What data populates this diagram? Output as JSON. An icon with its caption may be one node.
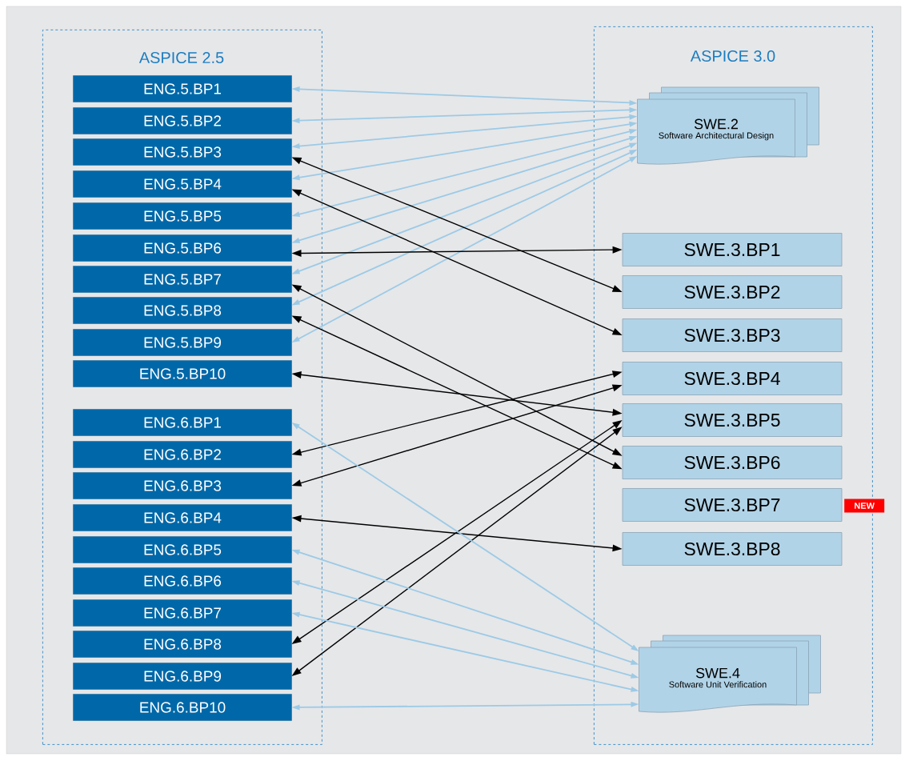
{
  "diagram": {
    "nodes": [
      {
        "text": [
          "ASPICE 2.5"
        ]
      },
      {
        "text": [
          "ASPICE 3.0"
        ]
      },
      {
        "text": [
          "ENG.5.BP1"
        ],
        "in": 0
      },
      {
        "text": [
          "ENG.5.BP2"
        ],
        "in": 0
      },
      {
        "text": [
          "ENG.5.BP3"
        ],
        "in": 0
      },
      {
        "text": [
          "ENG.5.BP4"
        ],
        "in": 0
      },
      {
        "text": [
          "ENG.5.BP5"
        ],
        "in": 0
      },
      {
        "text": [
          "ENG.5.BP6"
        ],
        "in": 0
      },
      {
        "text": [
          "ENG.5.BP7"
        ],
        "in": 0
      },
      {
        "text": [
          "ENG.5.BP8"
        ],
        "in": 0
      },
      {
        "text": [
          "ENG.5.BP9"
        ],
        "in": 0
      },
      {
        "text": [
          "ENG.5.BP10"
        ],
        "in": 0
      },
      {
        "text": [
          "ENG.6.BP1"
        ],
        "in": 0
      },
      {
        "text": [
          "ENG.6.BP2"
        ],
        "in": 0
      },
      {
        "text": [
          "ENG.6.BP3"
        ],
        "in": 0
      },
      {
        "text": [
          "ENG.6.BP4"
        ],
        "in": 0
      },
      {
        "text": [
          "ENG.6.BP5"
        ],
        "in": 0
      },
      {
        "text": [
          "ENG.6.BP6"
        ],
        "in": 0
      },
      {
        "text": [
          "ENG.6.BP7"
        ],
        "in": 0
      },
      {
        "text": [
          "ENG.6.BP8"
        ],
        "in": 0
      },
      {
        "text": [
          "ENG.6.BP9"
        ],
        "in": 0
      },
      {
        "text": [
          "ENG.6.BP10"
        ],
        "in": 0
      },
      {
        "text": [
          "SWE.2",
          "Software Architectural Design"
        ],
        "in": 1
      },
      {
        "text": [
          "SWE.3.BP1"
        ],
        "in": 1
      },
      {
        "text": [
          "SWE.3.BP2"
        ],
        "in": 1
      },
      {
        "text": [
          "SWE.3.BP3"
        ],
        "in": 1
      },
      {
        "text": [
          "SWE.3.BP4"
        ],
        "in": 1
      },
      {
        "text": [
          "SWE.3.BP5"
        ],
        "in": 1
      },
      {
        "text": [
          "SWE.3.BP6"
        ],
        "in": 1
      },
      {
        "text": [
          "SWE.3.BP7"
        ],
        "in": 1,
        "beside": [
          "NEW"
        ]
      },
      {
        "text": [
          "SWE.3.BP8"
        ],
        "in": 1
      },
      {
        "text": [
          "SWE.4",
          "Software Unit Verification"
        ],
        "in": 1
      }
    ],
    "edges": [
      {
        "from": 22,
        "to": 2,
        "arrow": "both"
      },
      {
        "from": 22,
        "to": 3,
        "arrow": "both"
      },
      {
        "from": 22,
        "to": 4,
        "arrow": "both"
      },
      {
        "from": 22,
        "to": 5,
        "arrow": "both"
      },
      {
        "from": 22,
        "to": 6,
        "arrow": "both"
      },
      {
        "from": 22,
        "to": 7,
        "arrow": "both"
      },
      {
        "from": 22,
        "to": 8,
        "arrow": "both"
      },
      {
        "from": 22,
        "to": 9,
        "arrow": "both"
      },
      {
        "from": 22,
        "to": 10,
        "arrow": "both"
      },
      {
        "from": 4,
        "to": 24,
        "arrow": "both",
        "color": "#000000"
      },
      {
        "from": 5,
        "to": 25,
        "arrow": "both",
        "color": "#000000"
      },
      {
        "from": 7,
        "to": 23,
        "arrow": "both",
        "color": "#000000"
      },
      {
        "from": 8,
        "to": 28,
        "arrow": "both",
        "color": "#000000"
      },
      {
        "from": 9,
        "to": 28,
        "arrow": "both",
        "color": "#000000"
      },
      {
        "from": 11,
        "to": 27,
        "arrow": "both",
        "color": "#000000"
      },
      {
        "from": 13,
        "to": 26,
        "arrow": "both",
        "color": "#000000"
      },
      {
        "from": 14,
        "to": 26,
        "arrow": "both",
        "color": "#000000"
      },
      {
        "from": 15,
        "to": 30,
        "arrow": "both",
        "color": "#000000"
      },
      {
        "from": 19,
        "to": 27,
        "arrow": "both",
        "color": "#000000"
      },
      {
        "from": 20,
        "to": 27,
        "arrow": "both",
        "color": "#000000"
      },
      {
        "from": 31,
        "to": 12,
        "arrow": "both"
      },
      {
        "from": 31,
        "to": 16,
        "arrow": "both"
      },
      {
        "from": 31,
        "to": 17,
        "arrow": "both"
      },
      {
        "from": 31,
        "to": 18,
        "arrow": "both"
      },
      {
        "from": 31,
        "to": 21,
        "arrow": "both"
      }
    ]
  }
}
